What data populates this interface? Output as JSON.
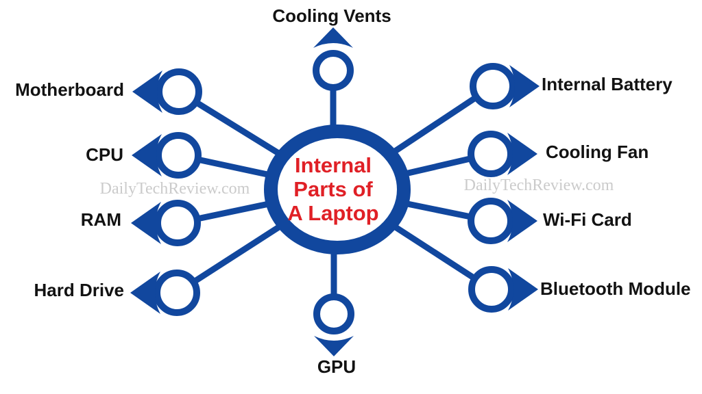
{
  "diagram": {
    "title": {
      "lines": [
        "Internal",
        "Parts of",
        "A Laptop"
      ],
      "full_text": "Internal Parts of A Laptop"
    },
    "nodes": [
      {
        "id": "cooling-vents",
        "label": "Cooling Vents",
        "direction": "up"
      },
      {
        "id": "internal-battery",
        "label": "Internal Battery",
        "direction": "right"
      },
      {
        "id": "cooling-fan",
        "label": "Cooling Fan",
        "direction": "right"
      },
      {
        "id": "wifi-card",
        "label": "Wi-Fi Card",
        "direction": "right"
      },
      {
        "id": "bluetooth-module",
        "label": "Bluetooth Module",
        "direction": "right"
      },
      {
        "id": "gpu",
        "label": "GPU",
        "direction": "down"
      },
      {
        "id": "hard-drive",
        "label": "Hard Drive",
        "direction": "left"
      },
      {
        "id": "ram",
        "label": "RAM",
        "direction": "left"
      },
      {
        "id": "cpu",
        "label": "CPU",
        "direction": "left"
      },
      {
        "id": "motherboard",
        "label": "Motherboard",
        "direction": "left"
      }
    ],
    "watermark": {
      "text": "DailyTechReview.com"
    }
  },
  "colors": {
    "diagram_blue": "#11479E",
    "title_red": "#E02026",
    "label_black": "#121212",
    "watermark_gray": "#CBCBCB",
    "background": "#FFFFFF"
  }
}
